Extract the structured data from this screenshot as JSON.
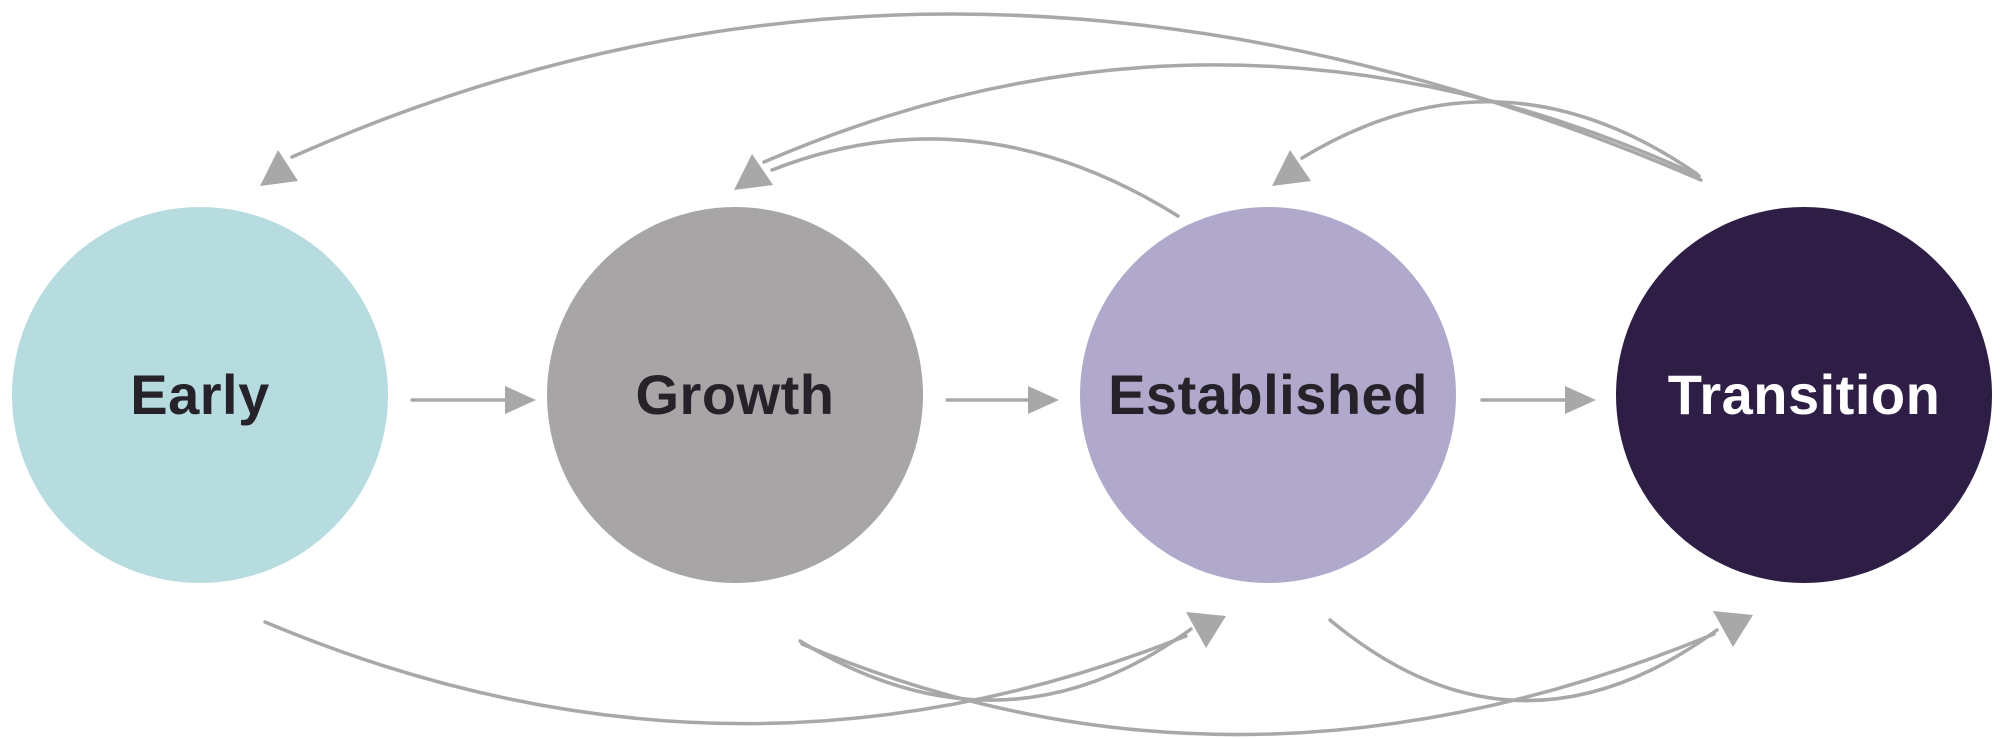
{
  "diagram": {
    "type": "lifecycle-stage-flow",
    "connector_color": "#a8a8a8",
    "background_color": "#ffffff",
    "nodes": [
      {
        "id": "early",
        "label": "Early",
        "color": "#b6dce0",
        "text_color": "#26222a"
      },
      {
        "id": "growth",
        "label": "Growth",
        "color": "#a7a5a6",
        "text_color": "#26222a"
      },
      {
        "id": "established",
        "label": "Established",
        "color": "#b0a9cb",
        "text_color": "#26222a"
      },
      {
        "id": "transition",
        "label": "Transition",
        "color": "#2e1e45",
        "text_color": "#ffffff"
      }
    ],
    "edges": {
      "forward_direct": [
        {
          "from": "Early",
          "to": "Growth"
        },
        {
          "from": "Growth",
          "to": "Established"
        },
        {
          "from": "Established",
          "to": "Transition"
        }
      ],
      "backward_top_curves": [
        {
          "from": "Transition",
          "to": "Early"
        },
        {
          "from": "Transition",
          "to": "Growth"
        },
        {
          "from": "Transition",
          "to": "Established"
        },
        {
          "from": "Established",
          "to": "Growth"
        }
      ],
      "forward_bottom_curves": [
        {
          "from": "Early",
          "to": "Established"
        },
        {
          "from": "Growth",
          "to": "Established"
        },
        {
          "from": "Growth",
          "to": "Transition"
        },
        {
          "from": "Established",
          "to": "Transition"
        }
      ]
    }
  }
}
